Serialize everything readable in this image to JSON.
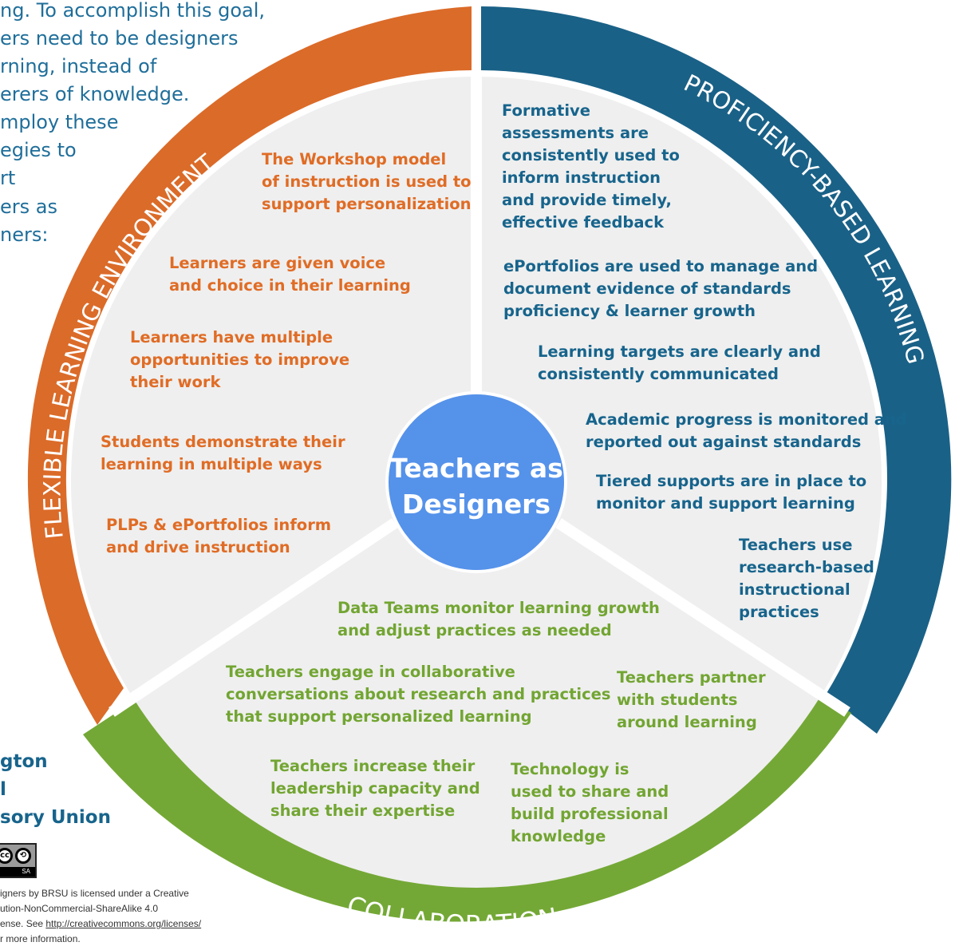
{
  "intro_lines": [
    "ng. To accomplish this goal,",
    "ers need to be designers",
    "rning, instead of",
    "erers of knowledge.",
    "mploy these",
    "egies to",
    "rt",
    "ers  as",
    "ners:"
  ],
  "center": {
    "line1": "Teachers as",
    "line2": "Designers"
  },
  "sections": {
    "flexible": {
      "title": "FLEXIBLE LEARNING ENVIRONMENT"
    },
    "proficiency": {
      "title": "PROFICIENCY-BASED LEARNING"
    },
    "collaboration": {
      "title": "COLLABORATION"
    }
  },
  "flexible_items": [
    [
      "The Workshop model",
      "of instruction is used to",
      "support personalization"
    ],
    [
      "Learners are given voice",
      "and choice in their learning"
    ],
    [
      "Learners have multiple",
      "opportunities to improve",
      "their work"
    ],
    [
      "Students demonstrate their",
      "learning in multiple ways"
    ],
    [
      "PLPs & ePortfolios inform",
      "and drive instruction"
    ]
  ],
  "proficiency_items": [
    [
      "Formative",
      "assessments are",
      "consistently used to",
      "inform instruction",
      "and provide timely,",
      "effective feedback"
    ],
    [
      "ePortfolios are used to manage and",
      "document evidence of standards",
      "proficiency & learner growth"
    ],
    [
      "Learning targets are clearly and",
      "consistently communicated"
    ],
    [
      "Academic progress is monitored and",
      "reported out against standards"
    ],
    [
      "Tiered supports are in place to",
      "monitor and support learning"
    ],
    [
      "Teachers use",
      "research-based",
      "instructional",
      "practices"
    ]
  ],
  "collaboration_items": [
    [
      "Data Teams monitor learning growth",
      "and adjust practices as needed"
    ],
    [
      "Teachers engage in collaborative",
      "conversations about research and practices",
      "that support personalized learning"
    ],
    [
      "Teachers partner",
      "with students",
      "around learning"
    ],
    [
      "Teachers increase their",
      "leadership capacity and",
      "share their expertise"
    ],
    [
      "Technology is",
      "used to share and",
      "build professional",
      "knowledge"
    ]
  ],
  "organization_lines": [
    "gton",
    "l",
    "sory Union"
  ],
  "license": {
    "badge_label": "SA",
    "lines": [
      "igners by BRSU is licensed under a Creative",
      "ution-NonCommercial-ShareAlike 4.0",
      "ense.  See "
    ],
    "url": "http://creativecommons.org/licenses/",
    "last_line": "r more information."
  },
  "colors": {
    "flexible": "#db6b29",
    "proficiency": "#1a6187",
    "collaboration": "#74a836",
    "center": "#5592ea",
    "inner_fill": "#efefef"
  }
}
